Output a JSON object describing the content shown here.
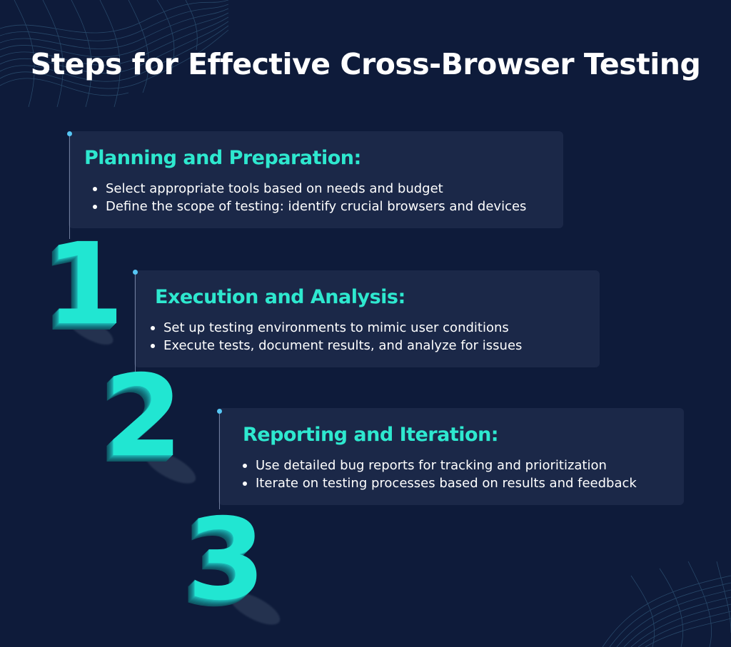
{
  "title": "Steps for Effective Cross-Browser Testing",
  "colors": {
    "background": "#0e1b3a",
    "card": "#1b2848",
    "accent": "#2ee8cf",
    "connector_dot": "#56c6f4"
  },
  "steps": [
    {
      "number": "1",
      "heading": "Planning and Preparation:",
      "bullets": [
        "Select appropriate tools based on needs and budget",
        "Define the scope of testing: identify crucial browsers and devices"
      ]
    },
    {
      "number": "2",
      "heading": "Execution and Analysis:",
      "bullets": [
        "Set up testing environments to mimic user conditions",
        "Execute tests, document results, and analyze for issues"
      ]
    },
    {
      "number": "3",
      "heading": "Reporting and Iteration:",
      "bullets": [
        "Use detailed bug reports for tracking and prioritization",
        "Iterate on testing processes based on results and feedback"
      ]
    }
  ]
}
